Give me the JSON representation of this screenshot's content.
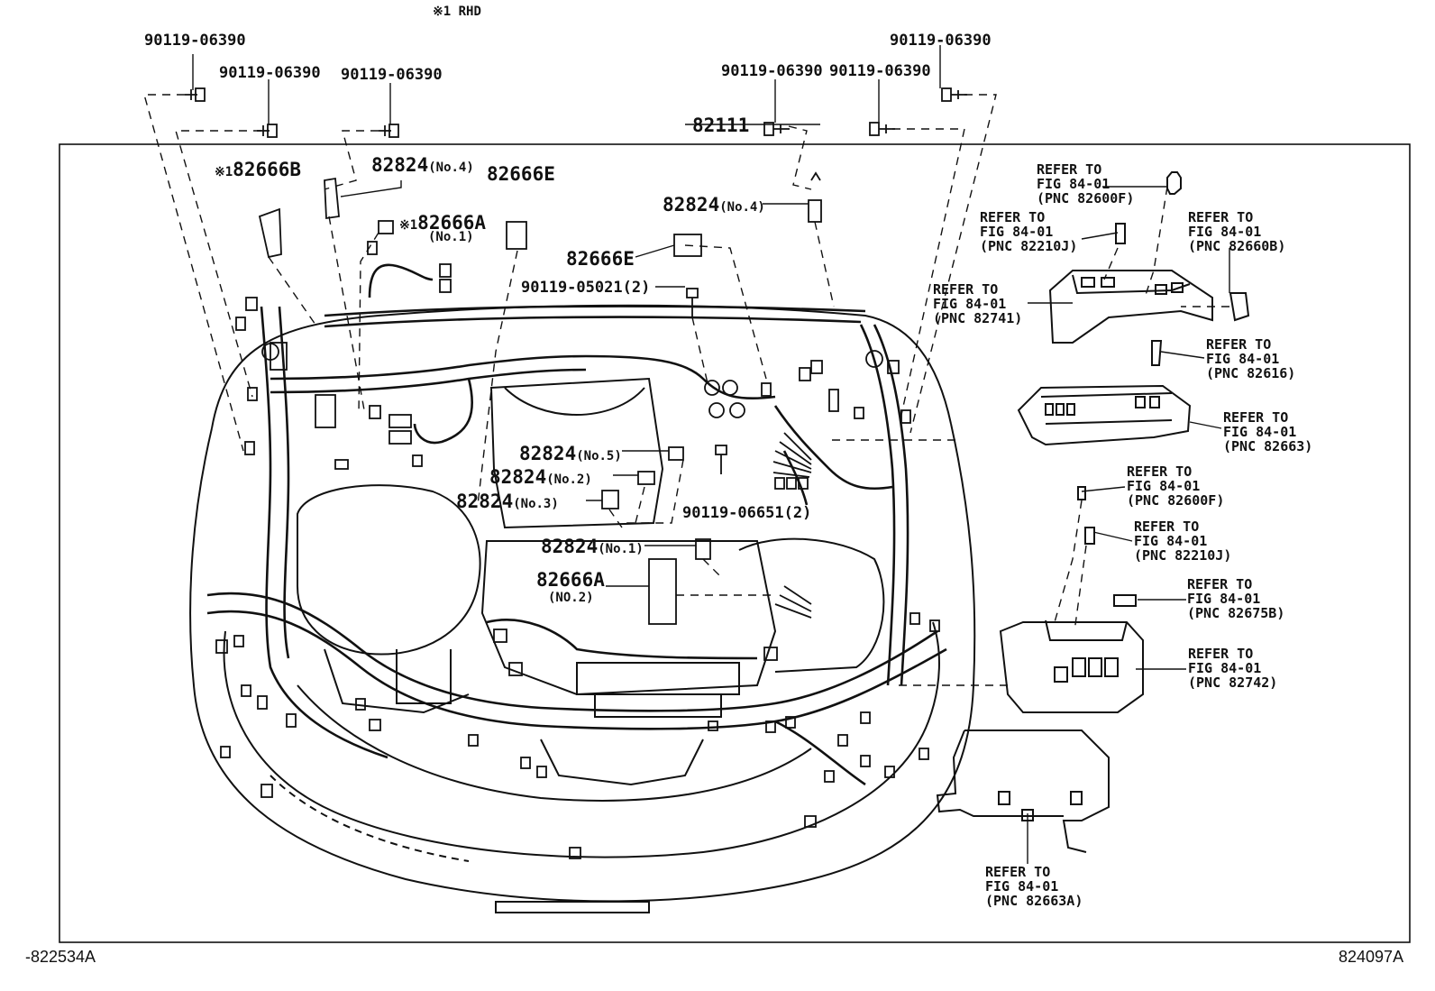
{
  "header": {
    "note": "※1 RHD"
  },
  "footer": {
    "left_code": "-822534A",
    "right_code": "824097A"
  },
  "fasteners": {
    "bolt_a": "90119-06390",
    "bolt_b": "90119-06390",
    "bolt_c": "90119-06390",
    "bolt_d": "90119-06390",
    "bolt_e": "90119-06390",
    "bolt_f": "90119-06390",
    "bolt_05021": "90119-05021",
    "bolt_05021_qty": "(2)",
    "bolt_06651": "90119-06651",
    "bolt_06651_qty": "(2)"
  },
  "parts": {
    "harness": "82111",
    "clamp_b": "82666B",
    "clamp_b_mark": "※1",
    "clamp_e_top": "82666E",
    "clamp_e_mid": "82666E",
    "clamp_a_no1": "82666A",
    "clamp_a_no1_mark": "※1",
    "clamp_a_no1_sfx": "(No.1)",
    "clamp_a_no2": "82666A",
    "clamp_a_no2_sfx": "(NO.2)",
    "relay_no4_left": "82824",
    "relay_no4_left_sfx": "(No.4)",
    "relay_no4_right": "82824",
    "relay_no4_right_sfx": "(No.4)",
    "relay_no5": "82824",
    "relay_no5_sfx": "(No.5)",
    "relay_no2": "82824",
    "relay_no2_sfx": "(No.2)",
    "relay_no3": "82824",
    "relay_no3_sfx": "(No.3)",
    "relay_no1": "82824",
    "relay_no1_sfx": "(No.1)"
  },
  "references": [
    {
      "line1": "REFER TO",
      "line2": "FIG 84-01",
      "line3": "(PNC 82600F)"
    },
    {
      "line1": "REFER TO",
      "line2": "FIG 84-01",
      "line3": "(PNC 82210J)"
    },
    {
      "line1": "REFER TO",
      "line2": "FIG 84-01",
      "line3": "(PNC 82660B)"
    },
    {
      "line1": "REFER TO",
      "line2": "FIG 84-01",
      "line3": "(PNC 82741)"
    },
    {
      "line1": "REFER TO",
      "line2": "FIG 84-01",
      "line3": "(PNC 82616)"
    },
    {
      "line1": "REFER TO",
      "line2": "FIG 84-01",
      "line3": "(PNC 82663)"
    },
    {
      "line1": "REFER TO",
      "line2": "FIG 84-01",
      "line3": "(PNC 82600F)"
    },
    {
      "line1": "REFER TO",
      "line2": "FIG 84-01",
      "line3": "(PNC 82210J)"
    },
    {
      "line1": "REFER TO",
      "line2": "FIG 84-01",
      "line3": "(PNC 82675B)"
    },
    {
      "line1": "REFER TO",
      "line2": "FIG 84-01",
      "line3": "(PNC 82742)"
    },
    {
      "line1": "REFER TO",
      "line2": "FIG 84-01",
      "line3": "(PNC 82663A)"
    }
  ]
}
